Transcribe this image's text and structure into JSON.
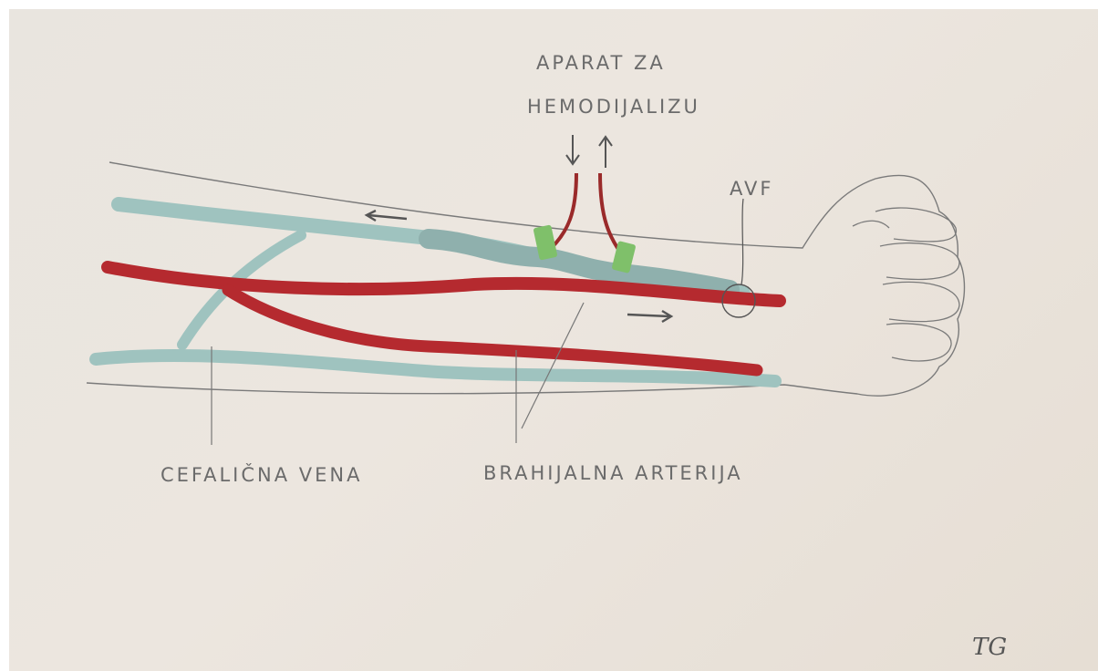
{
  "labels": {
    "machine_line1": "APARAT ZA",
    "machine_line2": "HEMODIJALIZU",
    "fistula": "AVF",
    "cephalic_vein": "CEFALIČNA VENA",
    "brachial_artery": "BRAHIJALNA ARTERIJA",
    "signature": "TG"
  },
  "colors": {
    "paper": "#ebe6e0",
    "artery": "#b52a2f",
    "vein": "#9fc3bf",
    "vein_dilated": "#8fb0ad",
    "needle_tape": "#7fc06a",
    "pencil": "#6b6b6b"
  },
  "icons": {
    "flow_down": "arrow-down-icon",
    "flow_up": "arrow-up-icon",
    "flow_left": "arrow-left-icon",
    "flow_right": "arrow-right-icon"
  }
}
